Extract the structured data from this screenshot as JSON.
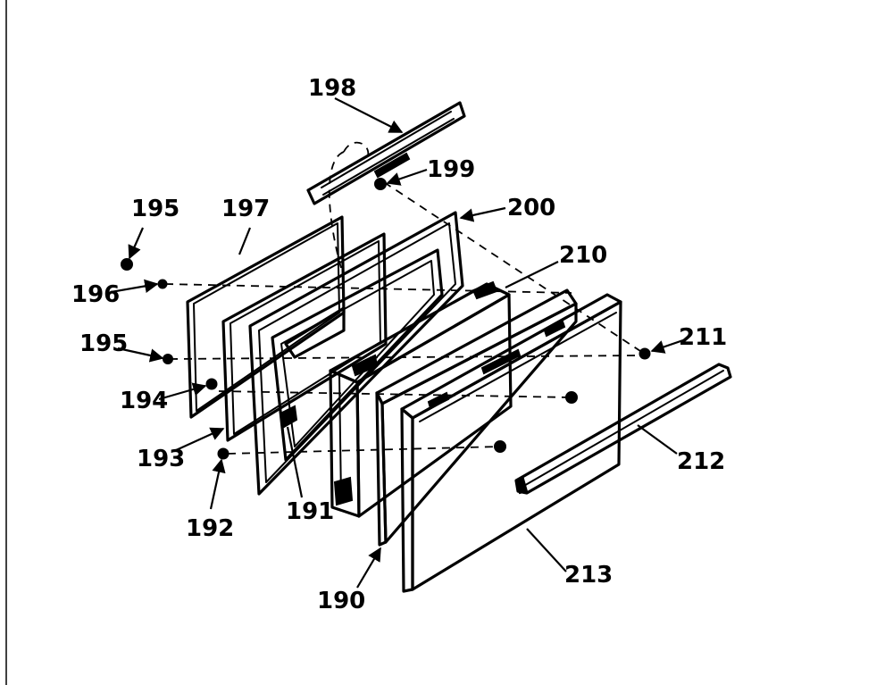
{
  "diagram": {
    "callouts": {
      "c190": "190",
      "c191": "191",
      "c192": "192",
      "c193": "193",
      "c194": "194",
      "c195a": "195",
      "c195b": "195",
      "c196": "196",
      "c197": "197",
      "c198": "198",
      "c199": "199",
      "c200": "200",
      "c210": "210",
      "c211": "211",
      "c212": "212",
      "c213": "213"
    }
  }
}
